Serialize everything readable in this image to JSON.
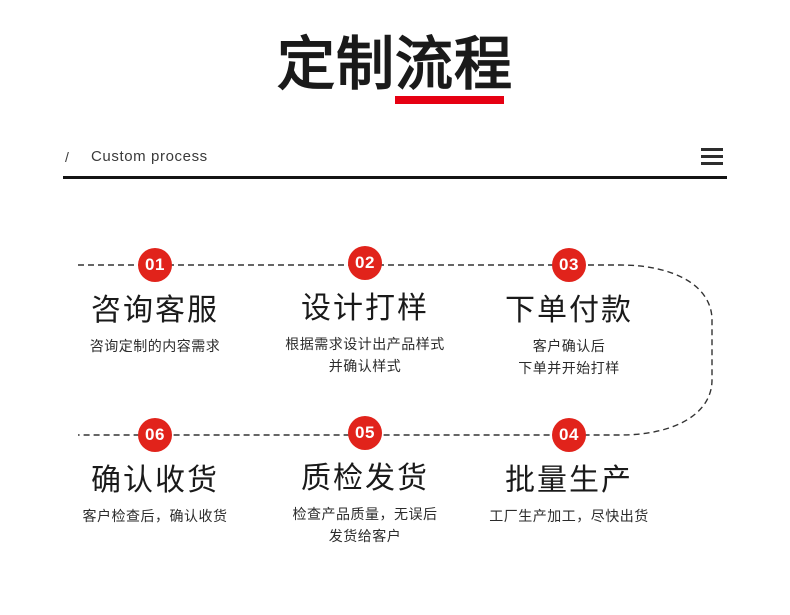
{
  "header": {
    "title_plain": "定制",
    "title_highlight": "流程",
    "subtitle_slash": "/",
    "subtitle": "Custom  process",
    "menu_icon": "hamburger-menu-icon",
    "accent_color": "#e60012"
  },
  "flow": {
    "badge_color": "#e1231b",
    "connector_style": "dashed",
    "steps": [
      {
        "number": "01",
        "title": "咨询客服",
        "desc_lines": [
          "咨询定制的内容需求"
        ]
      },
      {
        "number": "02",
        "title": "设计打样",
        "desc_lines": [
          "根据需求设计出产品样式",
          "并确认样式"
        ]
      },
      {
        "number": "03",
        "title": "下单付款",
        "desc_lines": [
          "客户确认后",
          "下单并开始打样"
        ]
      },
      {
        "number": "04",
        "title": "批量生产",
        "desc_lines": [
          "工厂生产加工，尽快出货"
        ]
      },
      {
        "number": "05",
        "title": "质检发货",
        "desc_lines": [
          "检查产品质量，无误后",
          "发货给客户"
        ]
      },
      {
        "number": "06",
        "title": "确认收货",
        "desc_lines": [
          "客户检查后，确认收货"
        ]
      }
    ]
  }
}
